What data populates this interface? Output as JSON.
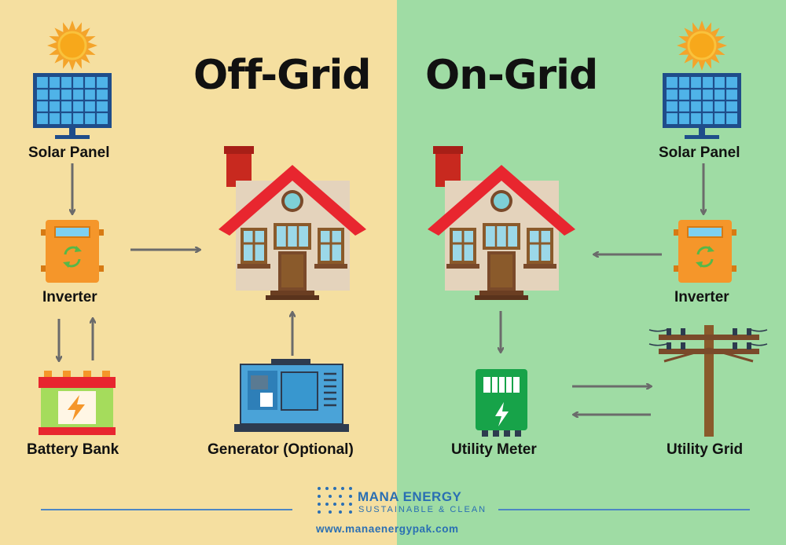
{
  "titles": {
    "off_grid": "Off-Grid",
    "on_grid": "On-Grid"
  },
  "off_grid": {
    "solar_panel": "Solar Panel",
    "inverter": "Inverter",
    "battery_bank": "Battery Bank",
    "generator": "Generator (Optional)"
  },
  "on_grid": {
    "solar_panel": "Solar Panel",
    "inverter": "Inverter",
    "utility_meter": "Utility Meter",
    "utility_grid": "Utility Grid"
  },
  "brand": {
    "name": "MANA ENERGY",
    "tagline": "SUSTAINABLE & CLEAN",
    "url": "www.manaenergypak.com"
  },
  "colors": {
    "off_grid_bg": "#f5dfa0",
    "on_grid_bg": "#9fdca4",
    "roof_red": "#e8262f",
    "inverter_orange": "#f5962a",
    "brand_blue": "#2a6fb3"
  }
}
